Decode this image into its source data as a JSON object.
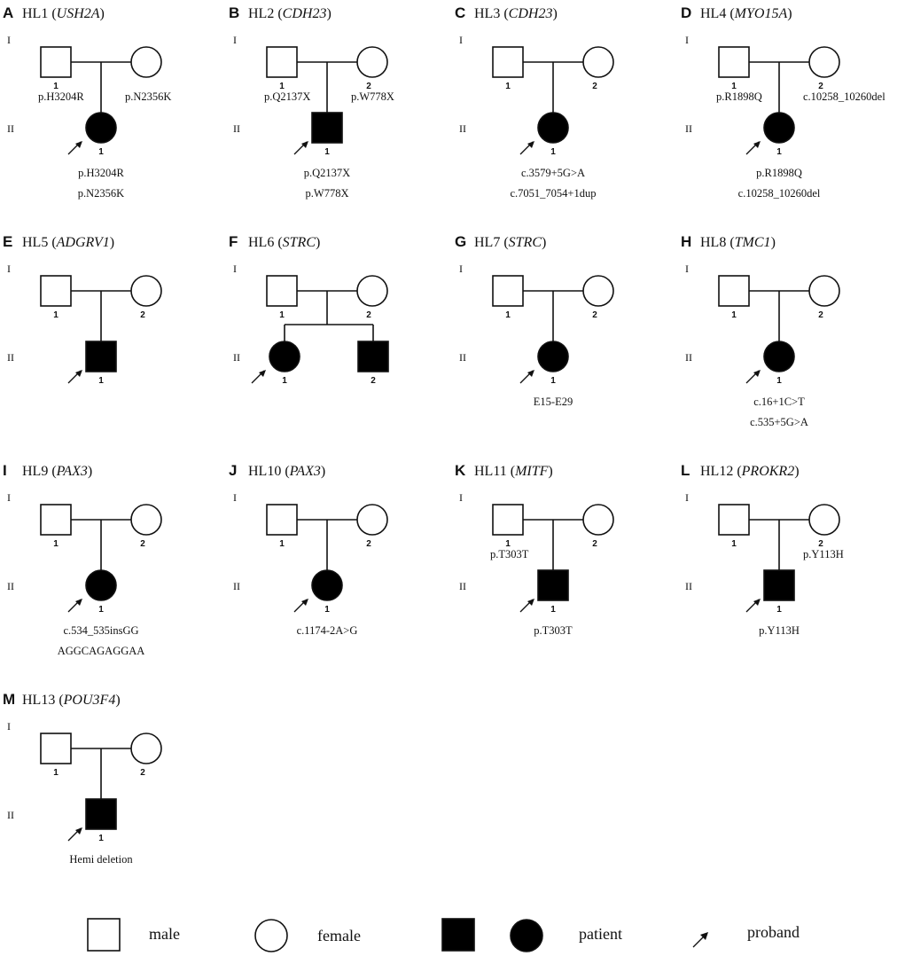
{
  "pedigrees": [
    {
      "letter": "A",
      "family": "HL1",
      "gene": "USH2A",
      "gen_labels": [
        "I",
        "II"
      ],
      "father": {
        "index": "1",
        "label": "p.H3204R"
      },
      "mother": {
        "index": "",
        "label": "p.N2356K"
      },
      "children": [
        {
          "sex": "female",
          "affected": true,
          "proband": true,
          "index": "1"
        }
      ],
      "proband_variants": [
        "p.H3204R",
        "p.N2356K"
      ]
    },
    {
      "letter": "B",
      "family": "HL2",
      "gene": "CDH23",
      "gen_labels": [
        "I",
        "II"
      ],
      "father": {
        "index": "1",
        "label": "p.Q2137X"
      },
      "mother": {
        "index": "2",
        "label": "p.W778X"
      },
      "children": [
        {
          "sex": "male",
          "affected": true,
          "proband": true,
          "index": "1"
        }
      ],
      "proband_variants": [
        "p.Q2137X",
        "p.W778X"
      ]
    },
    {
      "letter": "C",
      "family": "HL3",
      "gene": "CDH23",
      "gen_labels": [
        "I",
        "II"
      ],
      "father": {
        "index": "1",
        "label": ""
      },
      "mother": {
        "index": "2",
        "label": ""
      },
      "children": [
        {
          "sex": "female",
          "affected": true,
          "proband": true,
          "index": "1"
        }
      ],
      "proband_variants": [
        "c.3579+5G>A",
        "c.7051_7054+1dup"
      ]
    },
    {
      "letter": "D",
      "family": "HL4",
      "gene": "MYO15A",
      "gen_labels": [
        "I",
        "II"
      ],
      "father": {
        "index": "1",
        "label": "p.R1898Q"
      },
      "mother": {
        "index": "2",
        "label": "c.10258_10260del"
      },
      "children": [
        {
          "sex": "female",
          "affected": true,
          "proband": true,
          "index": "1"
        }
      ],
      "proband_variants": [
        "p.R1898Q",
        "c.10258_10260del"
      ]
    },
    {
      "letter": "E",
      "family": "HL5",
      "gene": "ADGRV1",
      "gen_labels": [
        "I",
        "II"
      ],
      "father": {
        "index": "1",
        "label": ""
      },
      "mother": {
        "index": "2",
        "label": ""
      },
      "children": [
        {
          "sex": "male",
          "affected": true,
          "proband": true,
          "index": "1"
        }
      ],
      "proband_variants": []
    },
    {
      "letter": "F",
      "family": "HL6",
      "gene": "STRC",
      "gen_labels": [
        "I",
        "II"
      ],
      "father": {
        "index": "1",
        "label": ""
      },
      "mother": {
        "index": "2",
        "label": ""
      },
      "children": [
        {
          "sex": "female",
          "affected": true,
          "proband": true,
          "index": "1"
        },
        {
          "sex": "male",
          "affected": true,
          "proband": false,
          "index": "2"
        }
      ],
      "proband_variants": []
    },
    {
      "letter": "G",
      "family": "HL7",
      "gene": "STRC",
      "gen_labels": [
        "I",
        "II"
      ],
      "father": {
        "index": "1",
        "label": ""
      },
      "mother": {
        "index": "2",
        "label": ""
      },
      "children": [
        {
          "sex": "female",
          "affected": true,
          "proband": true,
          "index": "1"
        }
      ],
      "proband_variants": [
        "E15-E29"
      ]
    },
    {
      "letter": "H",
      "family": "HL8",
      "gene": "TMC1",
      "gen_labels": [
        "I",
        "II"
      ],
      "father": {
        "index": "1",
        "label": ""
      },
      "mother": {
        "index": "2",
        "label": ""
      },
      "children": [
        {
          "sex": "female",
          "affected": true,
          "proband": true,
          "index": "1"
        }
      ],
      "proband_variants": [
        "c.16+1C>T",
        "c.535+5G>A"
      ]
    },
    {
      "letter": "I",
      "family": "HL9",
      "gene": "PAX3",
      "gen_labels": [
        "I",
        "II"
      ],
      "father": {
        "index": "1",
        "label": ""
      },
      "mother": {
        "index": "2",
        "label": ""
      },
      "children": [
        {
          "sex": "female",
          "affected": true,
          "proband": true,
          "index": "1"
        }
      ],
      "proband_variants": [
        "c.534_535insGG",
        "AGGCAGAGGAA"
      ]
    },
    {
      "letter": "J",
      "family": "HL10",
      "gene": "PAX3",
      "gen_labels": [
        "I",
        "II"
      ],
      "father": {
        "index": "1",
        "label": ""
      },
      "mother": {
        "index": "2",
        "label": ""
      },
      "children": [
        {
          "sex": "female",
          "affected": true,
          "proband": true,
          "index": "1"
        }
      ],
      "proband_variants": [
        "c.1174-2A>G"
      ]
    },
    {
      "letter": "K",
      "family": "HL11",
      "gene": "MITF",
      "gen_labels": [
        "I",
        "II"
      ],
      "father": {
        "index": "1",
        "label": "p.T303T"
      },
      "mother": {
        "index": "2",
        "label": ""
      },
      "children": [
        {
          "sex": "male",
          "affected": true,
          "proband": true,
          "index": "1"
        }
      ],
      "proband_variants": [
        "p.T303T"
      ]
    },
    {
      "letter": "L",
      "family": "HL12",
      "gene": "PROKR2",
      "gen_labels": [
        "I",
        "II"
      ],
      "father": {
        "index": "1",
        "label": ""
      },
      "mother": {
        "index": "2",
        "label": "p.Y113H"
      },
      "children": [
        {
          "sex": "male",
          "affected": true,
          "proband": true,
          "index": "1"
        }
      ],
      "proband_variants": [
        "p.Y113H"
      ]
    },
    {
      "letter": "M",
      "family": "HL13",
      "gene": "POU3F4",
      "gen_labels": [
        "I",
        "II"
      ],
      "father": {
        "index": "1",
        "label": ""
      },
      "mother": {
        "index": "2",
        "label": ""
      },
      "children": [
        {
          "sex": "male",
          "affected": true,
          "proband": true,
          "index": "1"
        }
      ],
      "proband_variants": [
        "Hemi deletion"
      ]
    }
  ],
  "legend": {
    "male": "male",
    "female": "female",
    "patient": "patient",
    "proband": "proband"
  }
}
